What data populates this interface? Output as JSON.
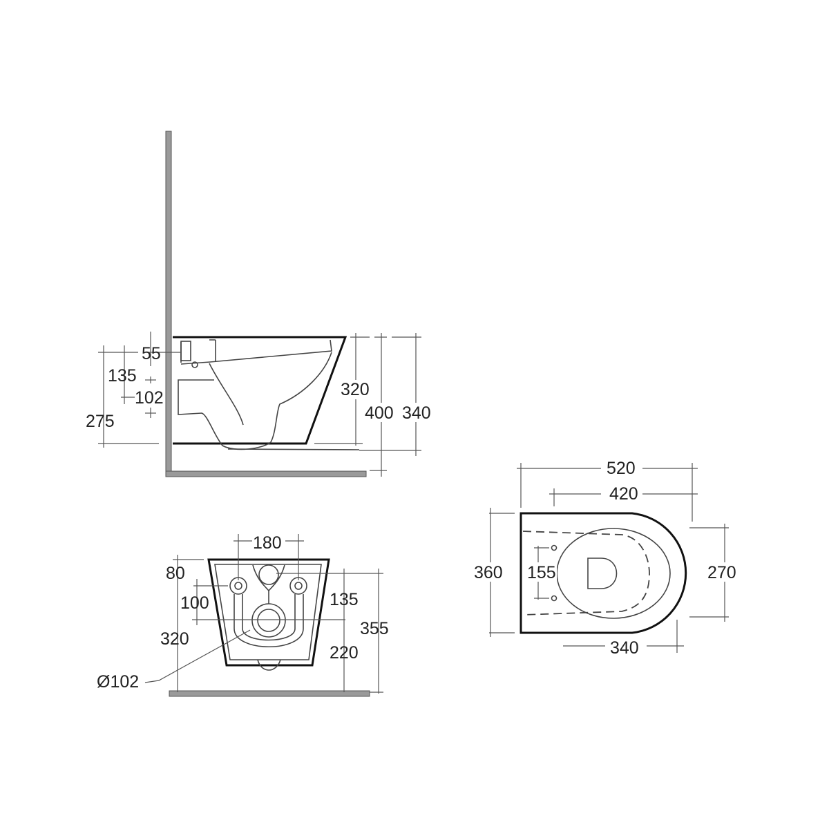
{
  "drawing": {
    "title": "Wall-hung WC technical drawing",
    "units": "mm",
    "colors": {
      "outline": "#111111",
      "lines": "#444444",
      "wall": "#9a9a9a",
      "text": "#222222"
    }
  },
  "side_view": {
    "labels": {
      "pan_to_top": "55",
      "inlet_from_top": "135",
      "waste_diameter": "102",
      "waste_height": "275",
      "pan_height": "320",
      "total_height": "400",
      "rim_height": "340"
    }
  },
  "rear_view": {
    "labels": {
      "fixing_centres": "180",
      "top_to_fixing": "80",
      "fixing_spacing": "100",
      "inlet_height": "135",
      "overall_height": "355",
      "fixing_height": "320",
      "waste_centre_height": "220",
      "waste_diameter": "Ø102"
    }
  },
  "plan_view": {
    "labels": {
      "overall_length": "520",
      "bowl_length": "420",
      "overall_width": "360",
      "fixing_spacing": "155",
      "bowl_width": "270",
      "seat_length": "340"
    }
  }
}
